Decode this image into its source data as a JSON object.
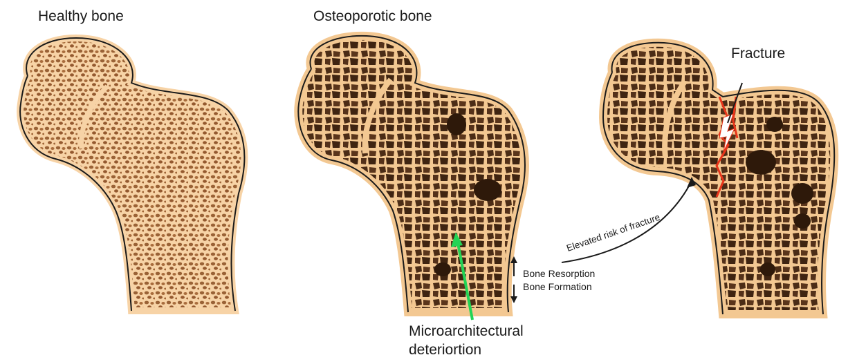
{
  "labels": {
    "healthy": "Healthy bone",
    "osteoporotic": "Osteoporotic bone",
    "fracture": "Fracture",
    "resorption": "Bone Resorption",
    "formation": "Bone Formation",
    "risk": "Elevated risk of fracture",
    "micro_line1": "Microarchitectural",
    "micro_line2": "deteriortion"
  },
  "colors": {
    "bone_fill": "#f7d3a6",
    "bone_outline": "#1a1a1a",
    "healthy_pore": "#9a6236",
    "osteoporotic_pore": "#4b2c16",
    "fracture_line": "#e8351a",
    "arrow_green": "#22d455"
  }
}
